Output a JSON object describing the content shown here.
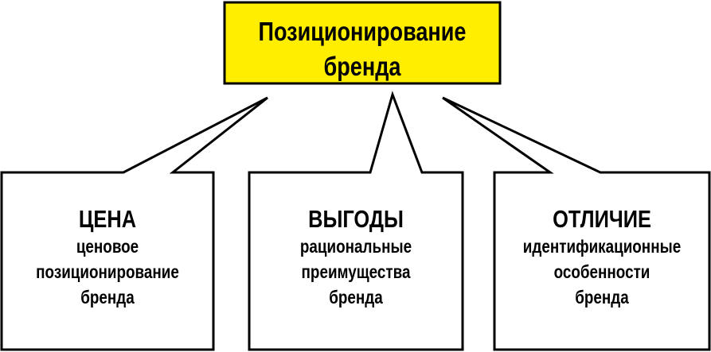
{
  "diagram": {
    "title_lines": [
      "Позиционирование",
      "бренда"
    ],
    "colors": {
      "title_fill": "#ffee00",
      "box_fill": "#ffffff",
      "stroke": "#000000"
    },
    "callouts": [
      {
        "heading": "ЦЕНА",
        "lines": [
          "ценовое",
          "позиционирование",
          "бренда"
        ]
      },
      {
        "heading": "ВЫГОДЫ",
        "lines": [
          "рациональные",
          "преимущества",
          "бренда"
        ]
      },
      {
        "heading": "ОТЛИЧИЕ",
        "lines": [
          "идентификационные",
          "особенности",
          "бренда"
        ]
      }
    ]
  }
}
